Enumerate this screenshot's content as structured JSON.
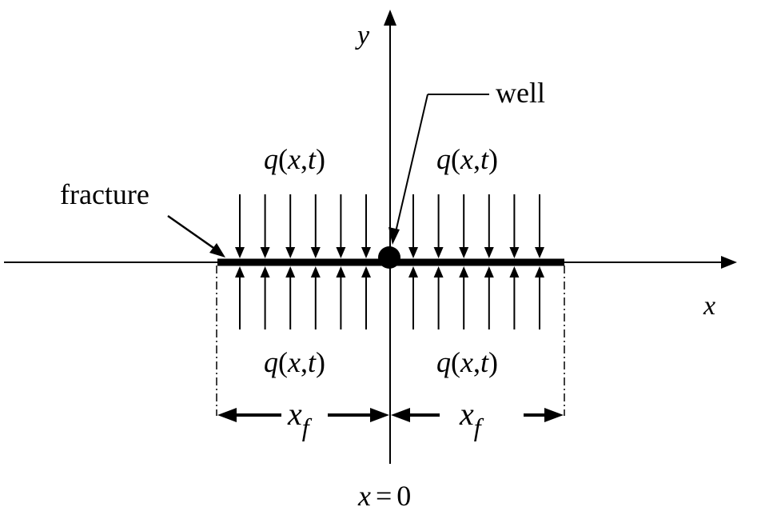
{
  "labels": {
    "y_axis": "y",
    "x_axis": "x",
    "well": "well",
    "fracture": "fracture",
    "flux": {
      "q": "q",
      "open": "(",
      "x": "x",
      "comma": ",",
      "t": "t",
      "close": ")"
    },
    "half_length": {
      "x": "x",
      "sub": "f"
    },
    "origin": {
      "x": "x",
      "eq": "=",
      "zero": "0"
    }
  },
  "flux_arrows_per_side": 6,
  "colors": {
    "ink": "#000000",
    "background": "#ffffff"
  }
}
